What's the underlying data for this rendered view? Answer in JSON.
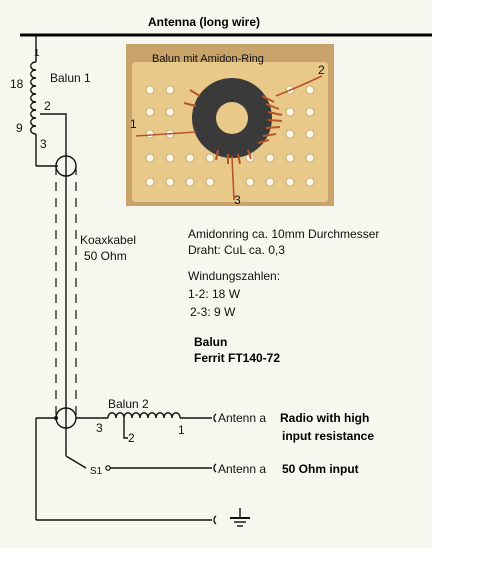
{
  "antenna_title": "Antenna (long wire)",
  "balun1": {
    "name": "Balun 1",
    "tap_1": "1",
    "tap_2": "2",
    "tap_3": "3",
    "turns_upper": "18",
    "turns_lower": "9"
  },
  "photo": {
    "caption": "Balun mit Amidon-Ring",
    "pin_1": "1",
    "pin_2": "2",
    "pin_3": "3"
  },
  "coax": {
    "line1": "Koaxkabel",
    "line2": "50 Ohm"
  },
  "specs": {
    "line1": "Amidonring ca. 10mm Durchmesser",
    "line2": "Draht: CuL ca. 0,3",
    "line3": "Windungszahlen:",
    "line4": "1-2: 18 W",
    "line5": "2-3: 9 W"
  },
  "ferrite": {
    "line1": "Balun",
    "line2": "Ferrit FT140-72"
  },
  "balun2": {
    "name": "Balun 2",
    "tap_1": "1",
    "tap_2": "2",
    "tap_3": "3"
  },
  "switch_label": "S1",
  "outputs": {
    "antenna_label_1": "Antenn a",
    "antenna_label_2": "Antenn a",
    "radio_line1": "Radio with high",
    "radio_line2": "input resistance",
    "fifty_ohm": "50 Ohm input"
  },
  "colors": {
    "line": "#111111",
    "photo_board": "#e9c98a",
    "toroid": "#3a3a3a",
    "copper": "#b8542a"
  }
}
